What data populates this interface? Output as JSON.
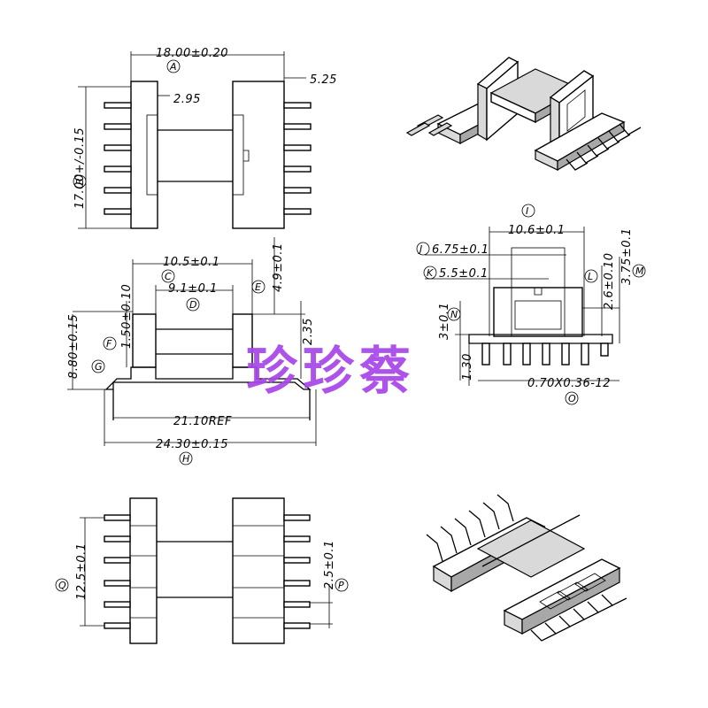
{
  "watermark": "珍珍蔡",
  "colors": {
    "line": "#000000",
    "watermark": "#a845e8",
    "background": "#ffffff"
  },
  "top_view": {
    "width_dim": "18.00±0.20",
    "width_ref": "A",
    "height_dim": "17.00+/-0.15",
    "height_ref": "B",
    "flange_dim": "2.95",
    "pin_dim": "5.25"
  },
  "front_view": {
    "dim_c": "10.5±0.1",
    "ref_c": "C",
    "dim_d": "9.1±0.1",
    "ref_d": "D",
    "dim_e": "4.9±0.1",
    "ref_e": "E",
    "dim_f": "1.50±0.10",
    "ref_f": "F",
    "dim_g": "8.80±0.15",
    "ref_g": "G",
    "dim_235": "2.35",
    "dim_ref": "21.10REF",
    "dim_h": "24.30±0.15",
    "ref_h": "H"
  },
  "side_view": {
    "dim_i": "10.6±0.1",
    "ref_i": "I",
    "dim_j": "6.75±0.1",
    "ref_j": "J",
    "dim_k": "5.5±0.1",
    "ref_k": "K",
    "dim_l": "2.6±0.10",
    "ref_l": "L",
    "dim_m": "3.75±0.1",
    "ref_m": "M",
    "ref_n": "N",
    "dim_n": "3±0.1",
    "dim_130": "1.30",
    "dim_o": "0.70X0.36-12",
    "ref_o": "O"
  },
  "bottom_view": {
    "dim_q": "12.5±0.1",
    "ref_q": "Q",
    "dim_p": "2.5±0.1",
    "ref_p": "P"
  }
}
